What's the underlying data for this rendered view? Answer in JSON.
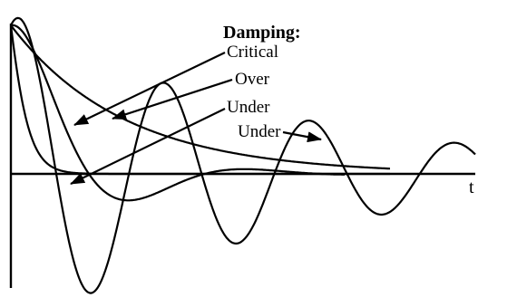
{
  "diagram": {
    "legend_title": "Damping:",
    "labels": {
      "critical": "Critical",
      "over": "Over",
      "under_1": "Under",
      "under_2": "Under"
    },
    "time_axis_label": "t",
    "ink_color": "#000000",
    "background_color": "#ffffff"
  }
}
